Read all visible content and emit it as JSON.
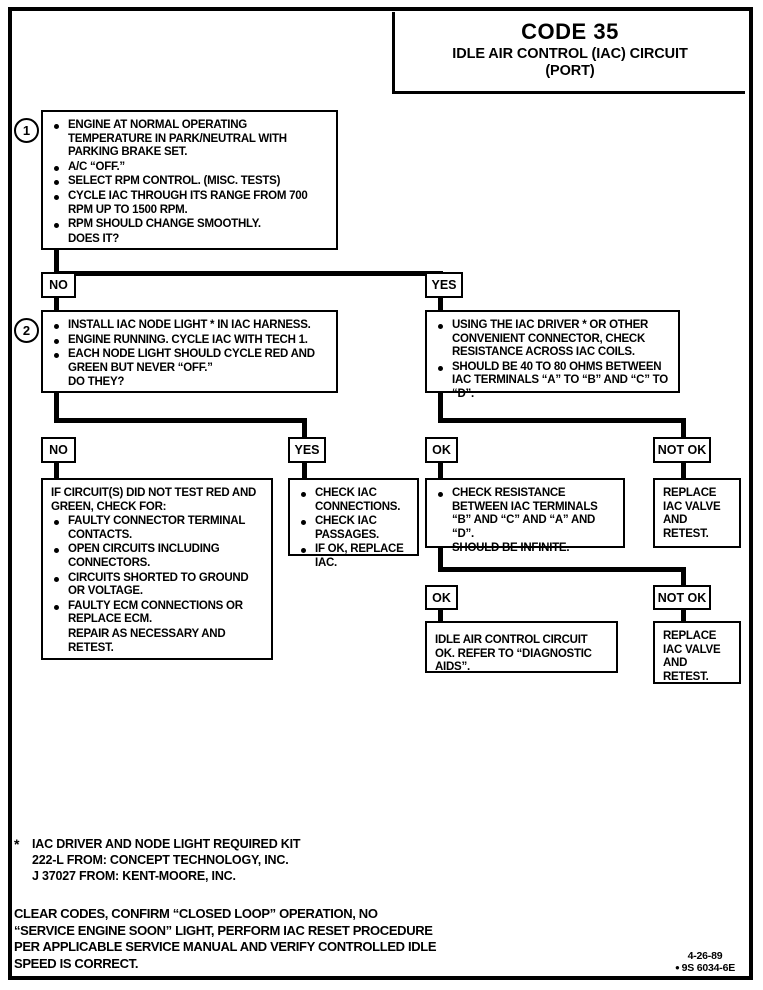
{
  "document": {
    "title_code": "CODE 35",
    "title_name": "IDLE AIR CONTROL (IAC) CIRCUIT",
    "title_port": "(PORT)",
    "revision_date": "4-26-89",
    "part_number": "9S 6034-6E"
  },
  "steps": {
    "step1_number": "1",
    "step2_number": "2"
  },
  "step1": {
    "bullets": [
      "ENGINE AT NORMAL OPERATING TEMPERATURE IN PARK/NEUTRAL WITH PARKING BRAKE SET.",
      "A/C “OFF.”",
      "SELECT RPM CONTROL.  (MISC. TESTS)",
      "CYCLE IAC THROUGH ITS RANGE FROM 700 RPM UP TO 1500 RPM.",
      "RPM SHOULD CHANGE SMOOTHLY."
    ],
    "question": "DOES IT?"
  },
  "step2": {
    "bullets": [
      "INSTALL IAC NODE LIGHT * IN IAC HARNESS.",
      "ENGINE RUNNING.  CYCLE IAC WITH TECH 1.",
      "EACH NODE LIGHT SHOULD CYCLE RED AND GREEN BUT NEVER “OFF.”"
    ],
    "question": "DO THEY?"
  },
  "resistance_check": {
    "bullets": [
      "USING THE IAC DRIVER * OR OTHER CONVENIENT CONNECTOR, CHECK RESISTANCE ACROSS IAC COILS.",
      "SHOULD BE 40 TO 80 OHMS BETWEEN IAC TERMINALS “A” TO “B” AND “C” TO “D”."
    ]
  },
  "circuit_faults": {
    "lead": "IF CIRCUIT(S) DID NOT TEST RED AND GREEN, CHECK FOR:",
    "bullets": [
      "FAULTY CONNECTOR TERMINAL CONTACTS.",
      "OPEN CIRCUITS INCLUDING CONNECTORS.",
      "CIRCUITS SHORTED TO GROUND OR VOLTAGE.",
      "FAULTY ECM CONNECTIONS OR REPLACE ECM."
    ],
    "closing": "REPAIR AS NECESSARY AND RETEST."
  },
  "check_iac": {
    "bullets": [
      "CHECK IAC CONNECTIONS.",
      "CHECK IAC PASSAGES.",
      "IF OK, REPLACE IAC."
    ]
  },
  "infinite_check": {
    "bullets": [
      "CHECK RESISTANCE BETWEEN IAC TERMINALS “B” AND “C” AND “A” AND “D”.",
      "SHOULD BE INFINITE."
    ]
  },
  "replace_iac_1": {
    "lines": "REPLACE IAC VALVE AND RETEST."
  },
  "replace_iac_2": {
    "lines": "REPLACE IAC VALVE AND RETEST."
  },
  "circuit_ok": {
    "lines": "IDLE AIR CONTROL CIRCUIT OK. REFER TO “DIAGNOSTIC AIDS”."
  },
  "branch_labels": {
    "no_1": "NO",
    "yes_1": "YES",
    "no_2": "NO",
    "yes_2": "YES",
    "ok_1": "OK",
    "not_ok_1": "NOT OK",
    "ok_2": "OK",
    "not_ok_2": "NOT OK"
  },
  "footnote": {
    "star": "*",
    "line1": "IAC DRIVER AND NODE LIGHT REQUIRED KIT",
    "line2": "222-L FROM:  CONCEPT TECHNOLOGY, INC.",
    "line3": "J 37027 FROM:  KENT-MOORE, INC."
  },
  "closing_note": {
    "line1": "CLEAR CODES, CONFIRM “CLOSED LOOP” OPERATION, NO",
    "line2": "“SERVICE ENGINE SOON” LIGHT, PERFORM IAC RESET PROCEDURE",
    "line3": "PER APPLICABLE SERVICE MANUAL AND VERIFY CONTROLLED IDLE",
    "line4": "SPEED IS CORRECT."
  }
}
